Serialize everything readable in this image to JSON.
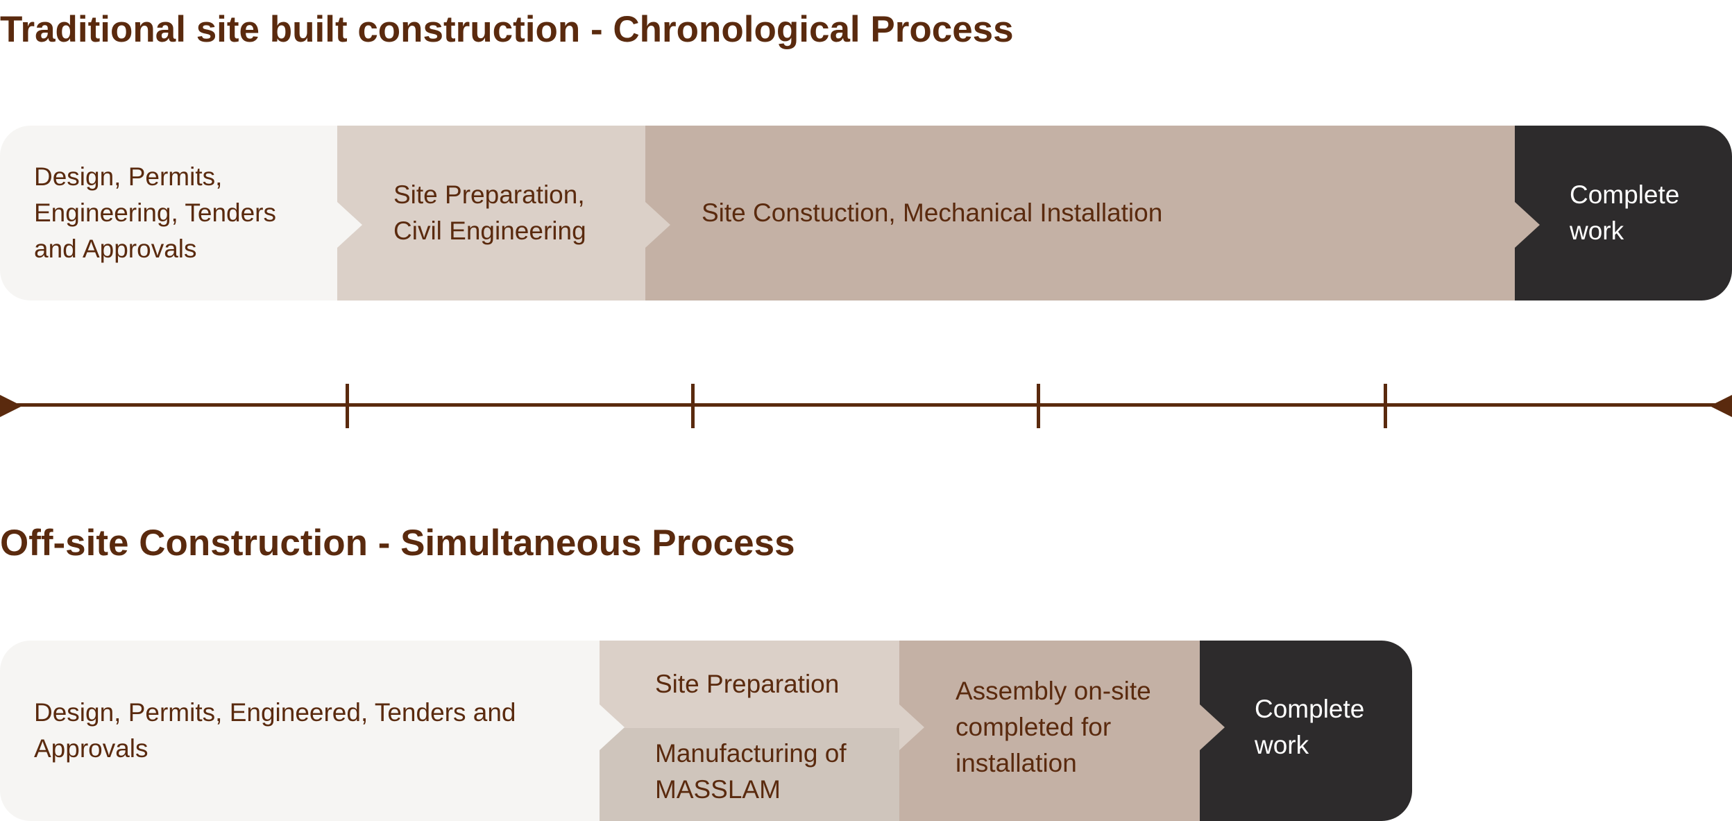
{
  "traditional": {
    "title": "Traditional site built construction - Chronological Process",
    "stages": [
      "Design, Permits,\nEngineering, Tenders\nand Approvals",
      "Site Preparation,\nCivil Engineering",
      "Site Constuction, Mechanical Installation",
      "Complete\nwork"
    ]
  },
  "offsite": {
    "title": "Off-site Construction - Simultaneous Process",
    "stages": [
      "Design, Permits, Engineered, Tenders and\nApprovals",
      "Site Preparation",
      "Manufacturing of\nMASSLAM",
      "Assembly on-site\ncompleted for\ninstallation",
      "Complete\nwork"
    ]
  },
  "colors": {
    "text": "#5a2a0e",
    "stage1": "#f6f5f3",
    "stage2": "#dbd0c8",
    "stage3": "#c4b1a5",
    "complete": "#2d2b2c"
  }
}
